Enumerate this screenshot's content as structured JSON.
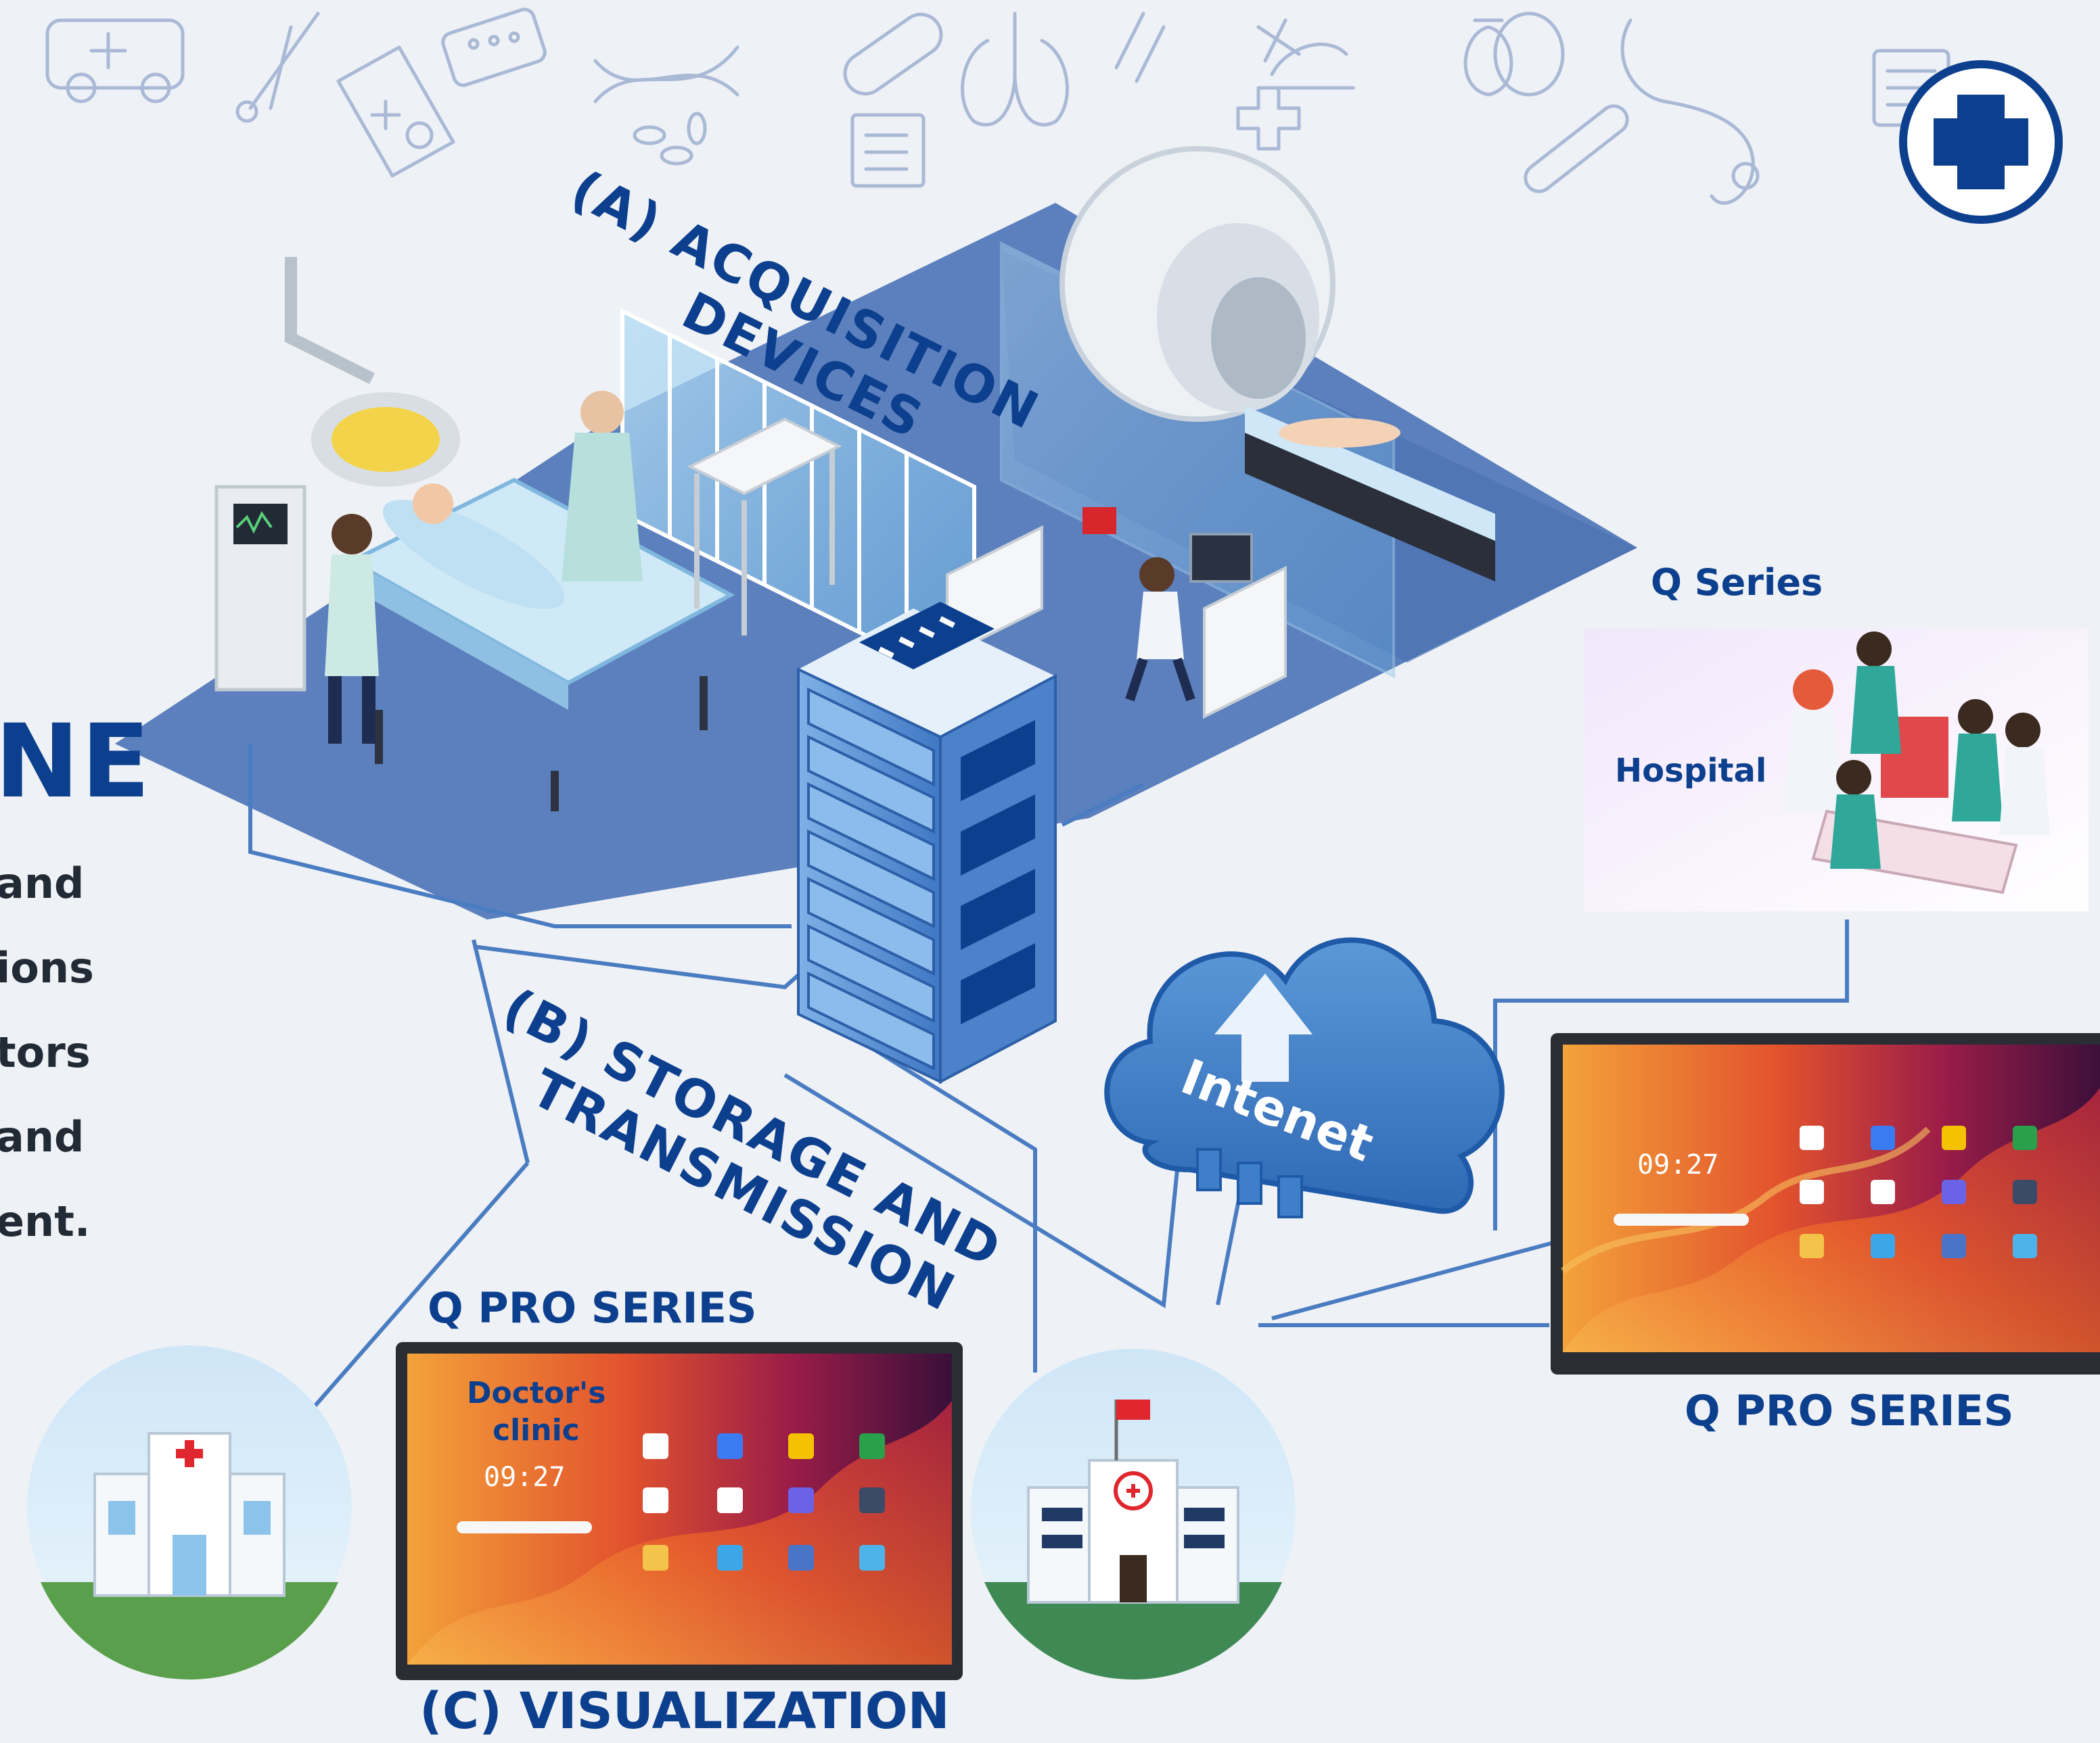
{
  "colors": {
    "navy": "#0c3f8e",
    "accent_blue": "#3f7fc9",
    "floor_blue": "#5b80bd",
    "bg": "#eef1f5",
    "cross_blue": "#0d3f8f"
  },
  "heading_fragment": "NE",
  "body_fragments": [
    "and",
    "ions",
    "tors",
    "and",
    "ent."
  ],
  "sections": {
    "acquisition": {
      "line1": "(A) ACQUISITION",
      "line2": "DEVICES"
    },
    "storage": {
      "line1": "(B) STORAGE AND",
      "line2": "TRANSMISSION"
    },
    "visualization": "(C) VISUALIZATION"
  },
  "cloud_label": "Intenet",
  "q_series": {
    "label": "Q Series",
    "card_text": "Hospital"
  },
  "q_pro_series_left": {
    "label": "Q PRO SERIES",
    "screen_title_line1": "Doctor's",
    "screen_title_line2": "clinic",
    "clock": "09:27"
  },
  "q_pro_series_right": {
    "label": "Q PRO SERIES",
    "clock": "09:27"
  },
  "icons": [
    "ambulance-icon",
    "scissors-icon",
    "medical-bag-icon",
    "pill-pack-icon",
    "dna-icon",
    "pills-icon",
    "bandage-icon",
    "lungs-icon",
    "thermometer-icon",
    "microscope-icon",
    "flask-icon",
    "stethoscope-icon",
    "medical-cross-icon",
    "server-icon",
    "cloud-upload-icon",
    "hospital-icon",
    "clinic-icon",
    "display-icon"
  ]
}
